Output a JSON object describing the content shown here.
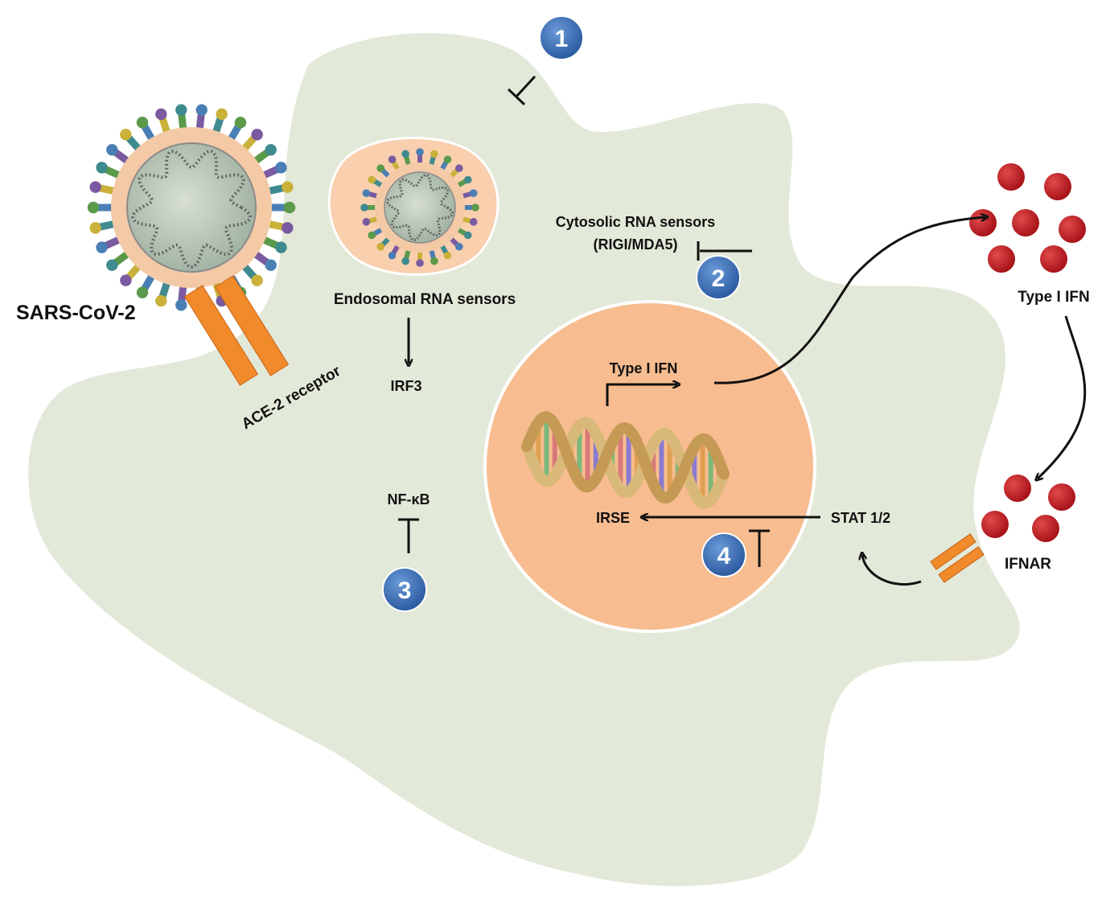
{
  "labels": {
    "virus": "SARS-CoV-2",
    "receptor": "ACE-2 receptor",
    "endosomal": "Endosomal RNA sensors",
    "irf3": "IRF3",
    "cytosolic_line1": "Cytosolic RNA sensors",
    "cytosolic_line2": "(RIGI/MDA5)",
    "nfkb": "NF-κB",
    "type1_nucleus": "Type I IFN",
    "irse": "IRSE",
    "stat": "STAT 1/2",
    "type1_outside": "Type I IFN",
    "ifnar": "IFNAR"
  },
  "steps": [
    "1",
    "2",
    "3",
    "4"
  ],
  "colors": {
    "cell": "#e3e9d8",
    "nucleus": "#f7bc8f",
    "endosome": "#f9cfae",
    "receptor": "#f08a2a",
    "ifn_particle": "#c81e24",
    "badge": "#3d72b6"
  }
}
